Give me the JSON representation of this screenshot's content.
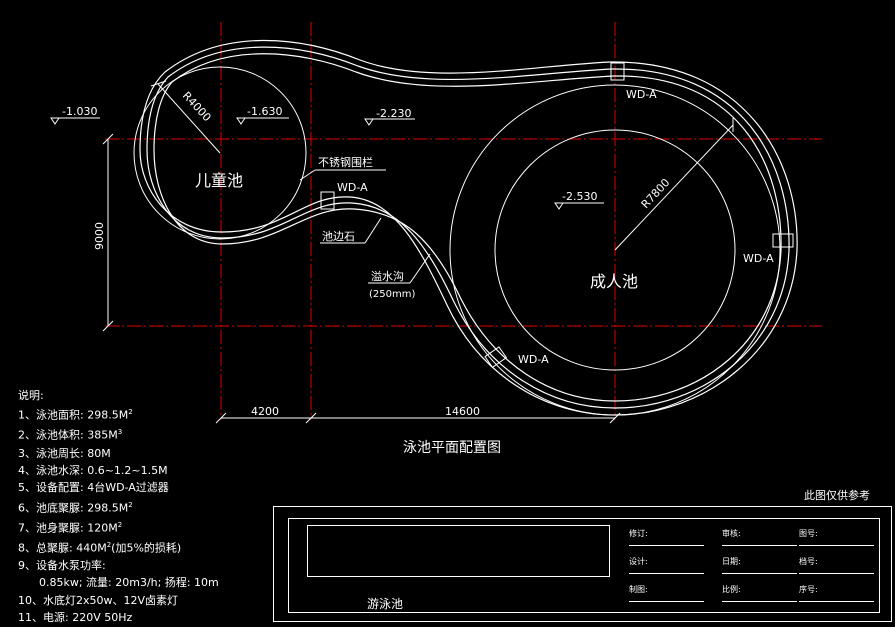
{
  "drawing": {
    "title": "泳池平面配置图",
    "kids_pool": {
      "label": "儿童池",
      "radius_label": "R4000",
      "level": "-1.630"
    },
    "adult_pool": {
      "label": "成人池",
      "radius_label": "R7800",
      "level": "-2.530"
    },
    "levels": {
      "outer_left": "-1.030",
      "middle": "-2.230"
    },
    "callouts": {
      "railing": "不锈钢围栏",
      "edge_stone": "池边石",
      "gutter": "溢水沟",
      "gutter_size": "(250mm)"
    },
    "equipment_tag": "WD-A",
    "dimensions": {
      "vertical": "9000",
      "left": "4200",
      "right": "14600"
    }
  },
  "notes": {
    "heading": "说明:",
    "lines": [
      {
        "text": "1、泳池面积: 298.5M",
        "sup": "2"
      },
      {
        "text": "2、泳池体积: 385M",
        "sup": "3"
      },
      {
        "text": "3、泳池周长: 80M",
        "sup": ""
      },
      {
        "text": "4、泳池水深: 0.6~1.2~1.5M",
        "sup": ""
      },
      {
        "text": "5、设备配置: 4台WD-A过滤器",
        "sup": ""
      },
      {
        "text": "6、池底聚脲: 298.5M",
        "sup": "2"
      },
      {
        "text": "7、池身聚脲: 120M",
        "sup": "2"
      },
      {
        "text": "8、总聚脲: 440M",
        "sup": "2",
        "tail": "(加5%的损耗)"
      },
      {
        "text": "9、设备水泵功率:",
        "sup": ""
      },
      {
        "text": "   0.85kw; 流量: 20m3/h; 扬程: 10m",
        "sup": ""
      },
      {
        "text": "10、水底灯2x50w、12V卤素灯",
        "sup": ""
      },
      {
        "text": "11、电源: 220V  50Hz",
        "sup": ""
      }
    ]
  },
  "disclaimer": "此图仅供参考",
  "title_block": {
    "project": "游泳池",
    "fields": {
      "revise": "修订:",
      "review": "审核:",
      "drawing_no": "图号:",
      "design": "设计:",
      "date": "日期:",
      "sheet_no": "档号:",
      "draw": "制图:",
      "scale": "比例:",
      "seq_no": "序号:"
    }
  }
}
